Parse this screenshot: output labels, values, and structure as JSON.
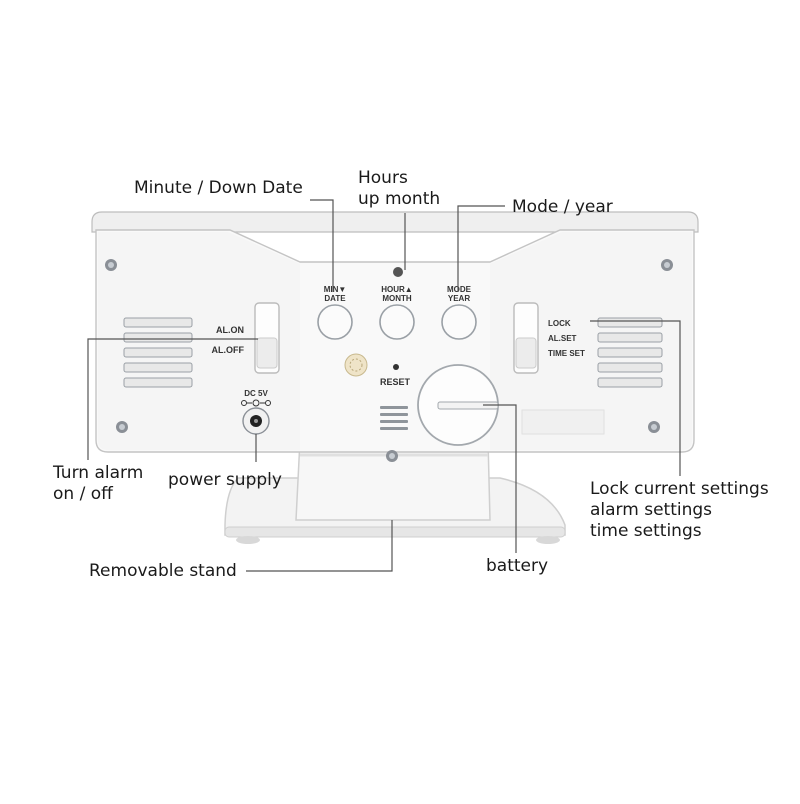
{
  "callouts": {
    "minute": "Minute / Down Date",
    "hours_1": "Hours",
    "hours_2": "up month",
    "mode": "Mode / year",
    "alarm_1": "Turn alarm",
    "alarm_2": "on / off",
    "power": "power supply",
    "lock_1": "Lock current settings",
    "lock_2": "alarm settings",
    "lock_3": "time settings",
    "stand": "Removable stand",
    "battery": "battery"
  },
  "device": {
    "button_min_1": "MIN▼",
    "button_min_2": "DATE",
    "button_hour_1": "HOUR▲",
    "button_hour_2": "MONTH",
    "button_mode_1": "MODE",
    "button_mode_2": "YEAR",
    "al_on": "AL.ON",
    "al_off": "AL.OFF",
    "lock": "LOCK",
    "al_set": "AL.SET",
    "time_set": "TIME SET",
    "reset": "RESET",
    "dc": "DC 5V"
  }
}
